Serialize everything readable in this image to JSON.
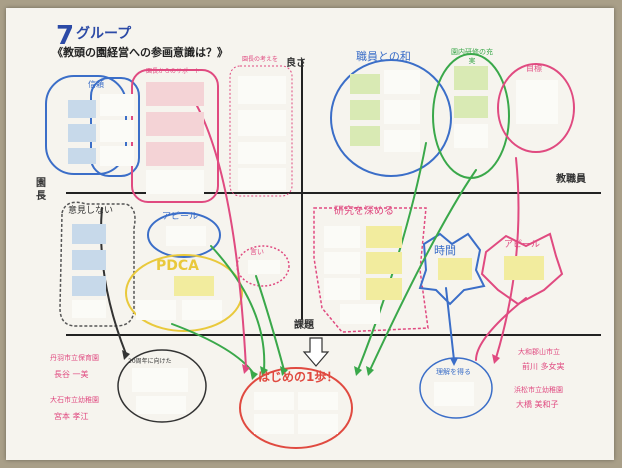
{
  "header": {
    "group_number": "7",
    "group_label": "グループ",
    "theme": "《教頭の園経営への参画意識は？》"
  },
  "axes": {
    "good": "良さ",
    "principal": "園長",
    "staff": "教職員",
    "issue": "課題"
  },
  "quadrants": {
    "principal_good": {
      "cluster1_title": "信頼",
      "cluster2_title": "園長からのサポート",
      "cluster3_title": "園長の考えを"
    },
    "staff_good": {
      "cluster1_title": "職員との和",
      "cluster2_title": "園内研修の充実",
      "cluster3_title": "目標"
    },
    "principal_issue": {
      "cluster1_title": "意見しない",
      "cluster2_title": "アピール",
      "cluster3_title": "PDCA",
      "cluster4_title": "言い"
    },
    "staff_issue": {
      "cluster1_title": "研究を深める",
      "cluster2_title": "時間",
      "cluster3_title": "アピール"
    }
  },
  "outcomes": {
    "center_title": "はじめの1歩！",
    "left_title": "20周年に向けた",
    "right_title": "理解を得る"
  },
  "names": {
    "left_1": "丹羽市立保育園",
    "left_2": "長谷 一美",
    "left_3": "大石市立幼稚園",
    "left_4": "宮本 孝江",
    "right_1": "大和郡山市立",
    "right_2": "前川 多女実",
    "right_3": "浜松市立幼稚園",
    "right_4": "大橋 美和子"
  }
}
